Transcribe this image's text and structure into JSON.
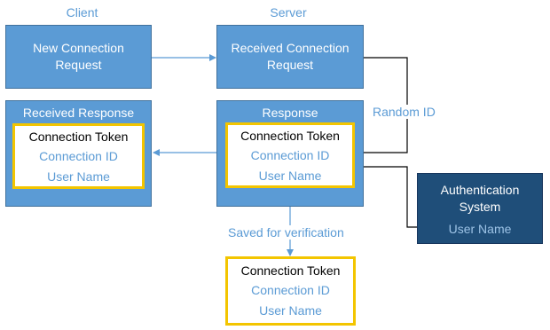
{
  "columns": {
    "client": "Client",
    "server": "Server"
  },
  "nodes": {
    "new_request": {
      "line1": "New Connection",
      "line2": "Request"
    },
    "received_request": {
      "line1": "Received Connection",
      "line2": "Request"
    },
    "received_response": {
      "title": "Received Response",
      "token": {
        "title": "Connection Token",
        "field1": "Connection ID",
        "field2": "User Name"
      }
    },
    "response": {
      "title": "Response",
      "token": {
        "title": "Connection Token",
        "field1": "Connection ID",
        "field2": "User Name"
      }
    },
    "auth_system": {
      "line1": "Authentication",
      "line2": "System",
      "field": "User Name"
    },
    "saved_token": {
      "title": "Connection Token",
      "field1": "Connection ID",
      "field2": "User Name"
    }
  },
  "edges": {
    "random_id": "Random ID",
    "saved_for_verification": "Saved for verification"
  },
  "colors": {
    "box_fill": "#5b9bd5",
    "box_border": "#41719c",
    "token_border": "#f3c500",
    "auth_fill": "#1f4e79",
    "connector_light": "#5b9bd5",
    "connector_dark": "#000000"
  }
}
